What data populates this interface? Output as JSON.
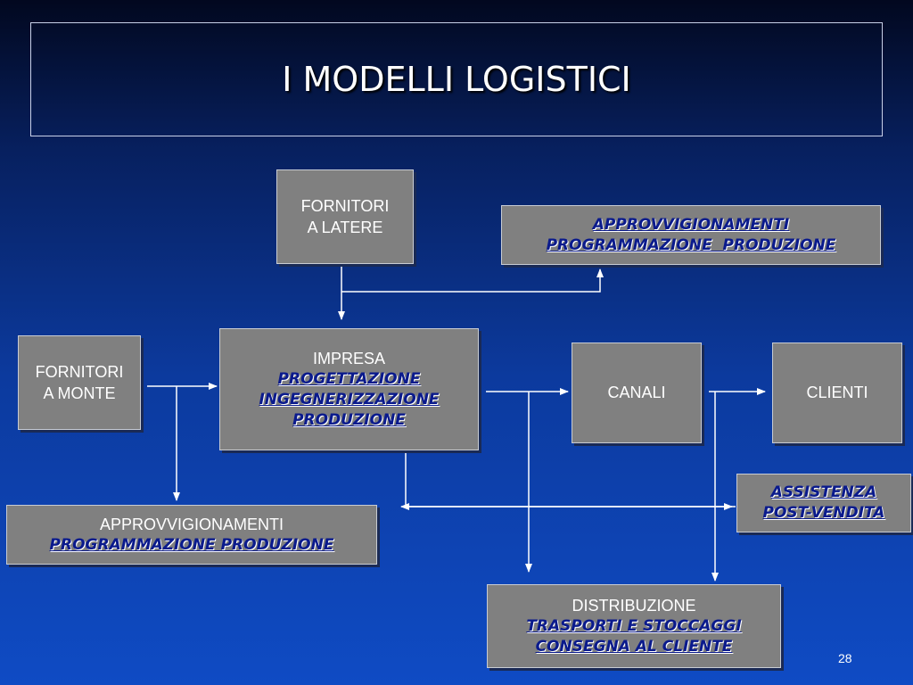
{
  "title": "I MODELLI LOGISTICI",
  "nodes": {
    "fornitori_laterali": {
      "lines": [
        "FORNITORI",
        "A LATERE"
      ]
    },
    "approvv_top": {
      "lines": [
        "APPROVVIGIONAMENTI",
        "PROGRAMMAZIONE  PRODUZIONE"
      ]
    },
    "fornitori_monte": {
      "lines": [
        "FORNITORI",
        "A MONTE"
      ]
    },
    "impresa": {
      "lines": [
        "IMPRESA",
        "PROGETTAZIONE",
        "INGEGNERIZZAZIONE",
        "PRODUZIONE"
      ]
    },
    "canali": {
      "lines": [
        "CANALI"
      ]
    },
    "clienti": {
      "lines": [
        "CLIENTI"
      ]
    },
    "assistenza": {
      "lines": [
        "ASSISTENZA",
        "POST-VENDITA"
      ]
    },
    "approvv_bottom": {
      "lines": [
        "APPROVVIGIONAMENTI",
        "PROGRAMMAZIONE PRODUZIONE"
      ]
    },
    "distribuzione": {
      "lines": [
        "DISTRIBUZIONE",
        "TRASPORTI E STOCCAGGI",
        "CONSEGNA AL CLIENTE"
      ]
    }
  },
  "page_number": "28",
  "colors": {
    "node_fill": "#808080",
    "emphasis_text": "#0a1a8c",
    "connector": "#ffffff"
  }
}
